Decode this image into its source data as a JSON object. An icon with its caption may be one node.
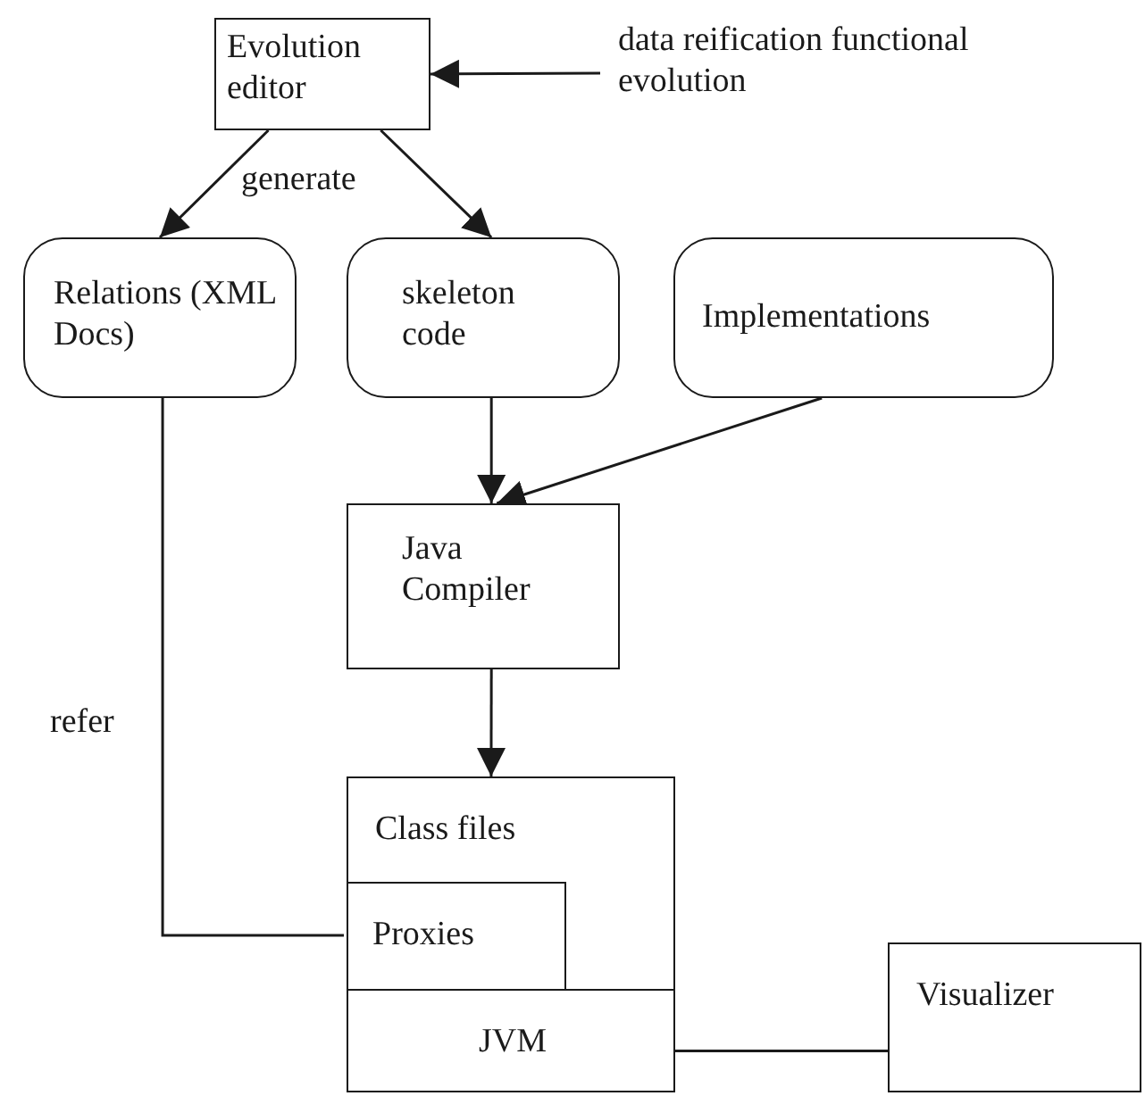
{
  "diagram": {
    "nodes": [
      {
        "text": [
          "Evolution editor"
        ]
      },
      {
        "text": [
          "data reification functional evolution"
        ]
      },
      {
        "text": [
          "Relations (XML Docs)"
        ]
      },
      {
        "text": [
          "skeleton code"
        ]
      },
      {
        "text": [
          "Implementations"
        ]
      },
      {
        "text": [
          "Java Compiler"
        ]
      },
      {
        "text": [
          "Class files"
        ]
      },
      {
        "text": [
          "Proxies"
        ],
        "in": 6
      },
      {
        "text": [
          "JVM"
        ]
      },
      {
        "text": [
          "Visualizer"
        ]
      }
    ],
    "edges": [
      {
        "from": 1,
        "to": 0,
        "arrow": "to"
      },
      {
        "from": 0,
        "to": 2,
        "arrow": "to"
      },
      {
        "from": 0,
        "to": 3,
        "arrow": "to"
      },
      {
        "from": 3,
        "to": 5,
        "arrow": "to"
      },
      {
        "from": 4,
        "to": 5,
        "arrow": "to"
      },
      {
        "from": 5,
        "to": 6,
        "arrow": "to"
      },
      {
        "from": 2,
        "to": 7,
        "arrow": "none",
        "label": "refer"
      },
      {
        "from": 8,
        "to": 9,
        "arrow": "none"
      }
    ],
    "labels": [
      "generate"
    ]
  }
}
